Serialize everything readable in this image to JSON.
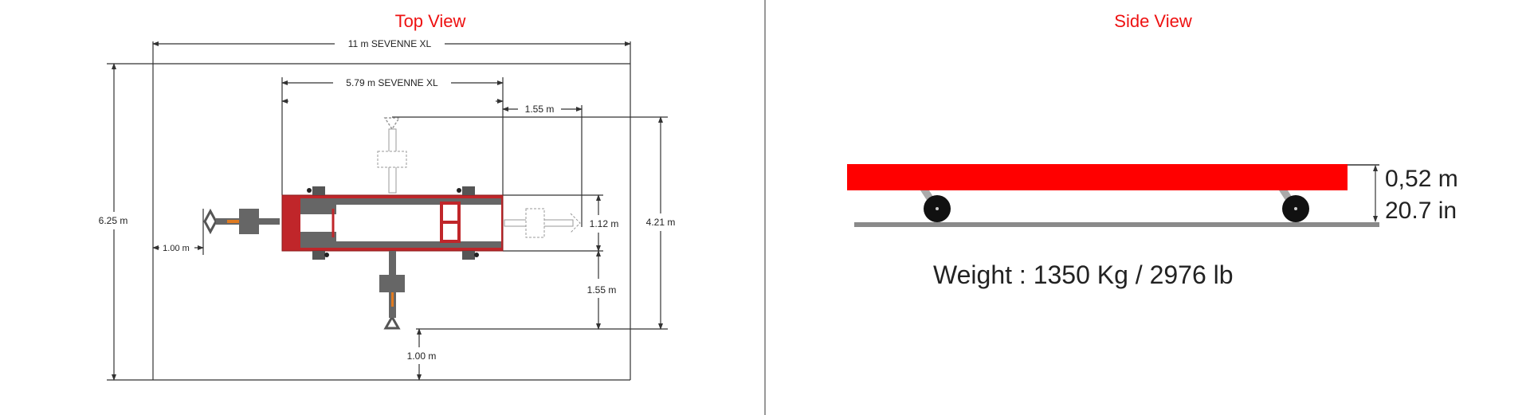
{
  "top_view": {
    "title": "Top View",
    "dims": {
      "overall_length": "11 m SEVENNE XL",
      "frame_length": "5.79 m SEVENNE XL",
      "right_hitch": "1.55 m",
      "overall_width": "6.25 m",
      "left_clearance": "1.00 m",
      "frame_width": "1.12 m",
      "lower_hitch": "1.55 m",
      "hitch_span": "4.21 m",
      "bottom_clearance": "1.00 m"
    }
  },
  "side_view": {
    "title": "Side View",
    "height_m": "0,52 m",
    "height_in": "20.7 in",
    "weight": "Weight : 1350 Kg / 2976 lb"
  },
  "colors": {
    "title": "#ee1111",
    "frame": "#ff0000",
    "frame_top": "#c0262a",
    "steel": "#666666",
    "ground": "#8a8a8a"
  }
}
